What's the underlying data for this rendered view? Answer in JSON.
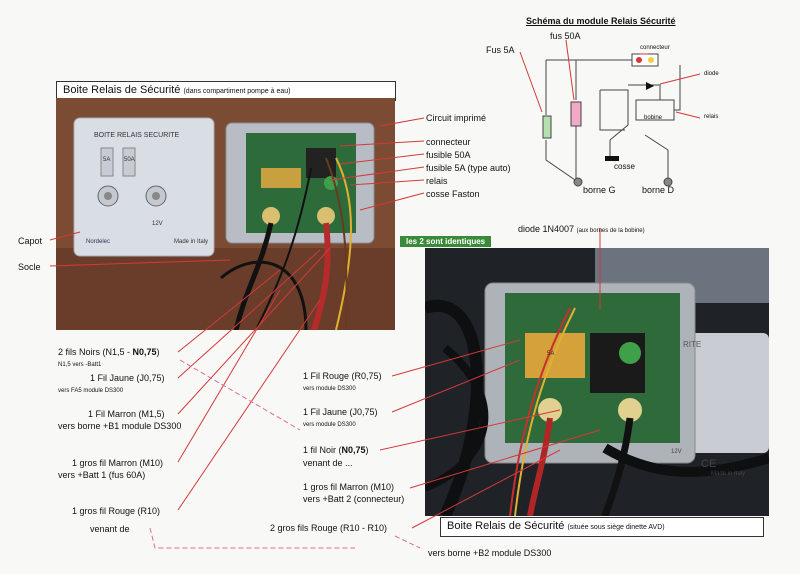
{
  "colors": {
    "arrow_red": "#d23a3a",
    "arrow_pink": "#e06a9a",
    "panel_green": "#3a8a3a"
  },
  "top_photo": {
    "title": "Boite Relais de Sécurité",
    "title_note": "(dans compartiment pompe à eau)",
    "cover_title": "BOITE RELAIS SECURITE",
    "fuse_label_a": "5A",
    "fuse_label_b": "50A",
    "voltage_label": "12V",
    "brand": "Nordelec",
    "origin": "Made in Italy"
  },
  "schematic": {
    "title": "Schéma du module Relais Sécurité",
    "fus5": "Fus 5A",
    "fus50": "fus 50A",
    "connecteur": "connecteur",
    "diode": "diode",
    "bobine": "bobine",
    "relais": "relais",
    "cosse": "cosse",
    "borne_g": "borne G",
    "borne_d": "borne D"
  },
  "right_labels": [
    "Circuit imprimé",
    "connecteur",
    "fusible 50A",
    "fusible 5A (type auto)",
    "relais",
    "cosse Faston"
  ],
  "left_labels": {
    "capot": "Capot",
    "socle": "Socle"
  },
  "identical_badge": "les 2 sont identiques",
  "diode_label": "diode 1N4007",
  "diode_note": "(aux bornes de la bobine)",
  "bottom_photo": {
    "caption": "Boite Relais de Sécurité",
    "caption_note": "(située sous siège dinette AVD)",
    "cover_text": "RITE",
    "fuse_label": "5A",
    "voltage_label": "12V",
    "ce_mark": "CE",
    "origin": "Made in Italy"
  },
  "left_notes": {
    "noirs_main": "2 fils Noirs (N1,5 - ",
    "noirs_bold": "N0,75",
    "noirs_end": ")",
    "noirs_sub": "N1,5 vers -Batt1",
    "jaune1": "1 Fil Jaune (J0,75)",
    "jaune1_sub": "vers FA5 module DS300",
    "marron1": "1 Fil Marron (M1,5)",
    "marron1_sub": "vers borne +B1 module DS300",
    "gmarron1": "1 gros fil Marron (M10)",
    "gmarron1_sub": "vers +Batt 1 (fus 60A)",
    "grouge": "1 gros fil Rouge (R10)",
    "venant": "venant de"
  },
  "mid_notes": {
    "rouge": "1 Fil Rouge (R0,75)",
    "rouge_sub": "vers module DS300",
    "jaune2": "1 Fil Jaune (J0,75)",
    "jaune2_sub": "vers module DS300",
    "noir_main": "1 fil Noir (",
    "noir_bold": "N0,75",
    "noir_end": ")",
    "noir_sub": "venant de ...",
    "gmarron2": "1 gros fil Marron (M10)",
    "gmarron2_sub": "vers +Batt 2 (connecteur)",
    "grouges": "2 gros fils Rouge (R10 - R10)",
    "b2": "vers borne +B2 module DS300"
  }
}
